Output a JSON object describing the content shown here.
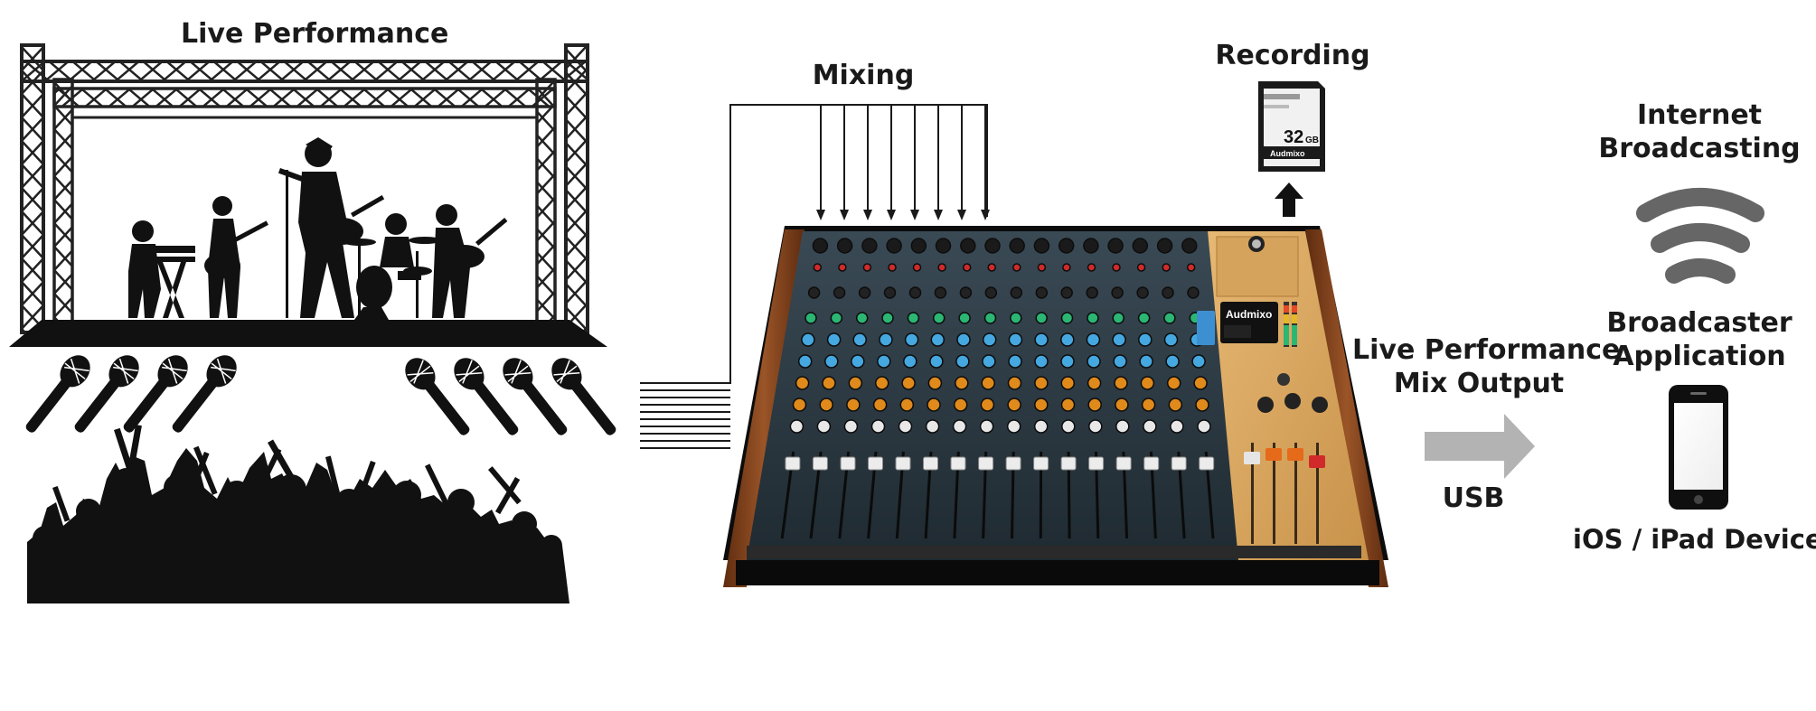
{
  "labels": {
    "live_performance": "Live Performance",
    "mixing": "Mixing",
    "recording": "Recording",
    "internet_broadcasting_line1": "Internet",
    "internet_broadcasting_line2": "Broadcasting",
    "broadcaster_app_line1": "Broadcaster",
    "broadcaster_app_line2": "Application",
    "mix_output_line1": "Live Performance",
    "mix_output_line2": "Mix Output",
    "usb": "USB",
    "devices": "iOS / iPad Devices"
  },
  "sd_card": {
    "capacity": "32",
    "unit": "GB",
    "brand": "Audmixo"
  },
  "mixer": {
    "display_brand": "Audmixo",
    "channel_count": 16,
    "stereo_groups": 4
  },
  "colors": {
    "panel_dark": "#27343d",
    "wood": "#8a4a22",
    "master_panel": "#d9a761",
    "knob_blue": "#45a8e0",
    "knob_orange": "#e08a1c",
    "knob_green": "#2bb673",
    "knob_red": "#d02a2a",
    "usb_arrow": "#b3b3b3",
    "silhouette": "#111111"
  },
  "icons": {
    "stage": "stage-truss-icon",
    "band": "band-silhouette-icon",
    "microphones": "microphone-icon",
    "crowd": "crowd-silhouette-icon",
    "broadcast": "wifi-signal-icon",
    "device": "smartphone-icon",
    "sd_card": "sd-card-icon"
  }
}
